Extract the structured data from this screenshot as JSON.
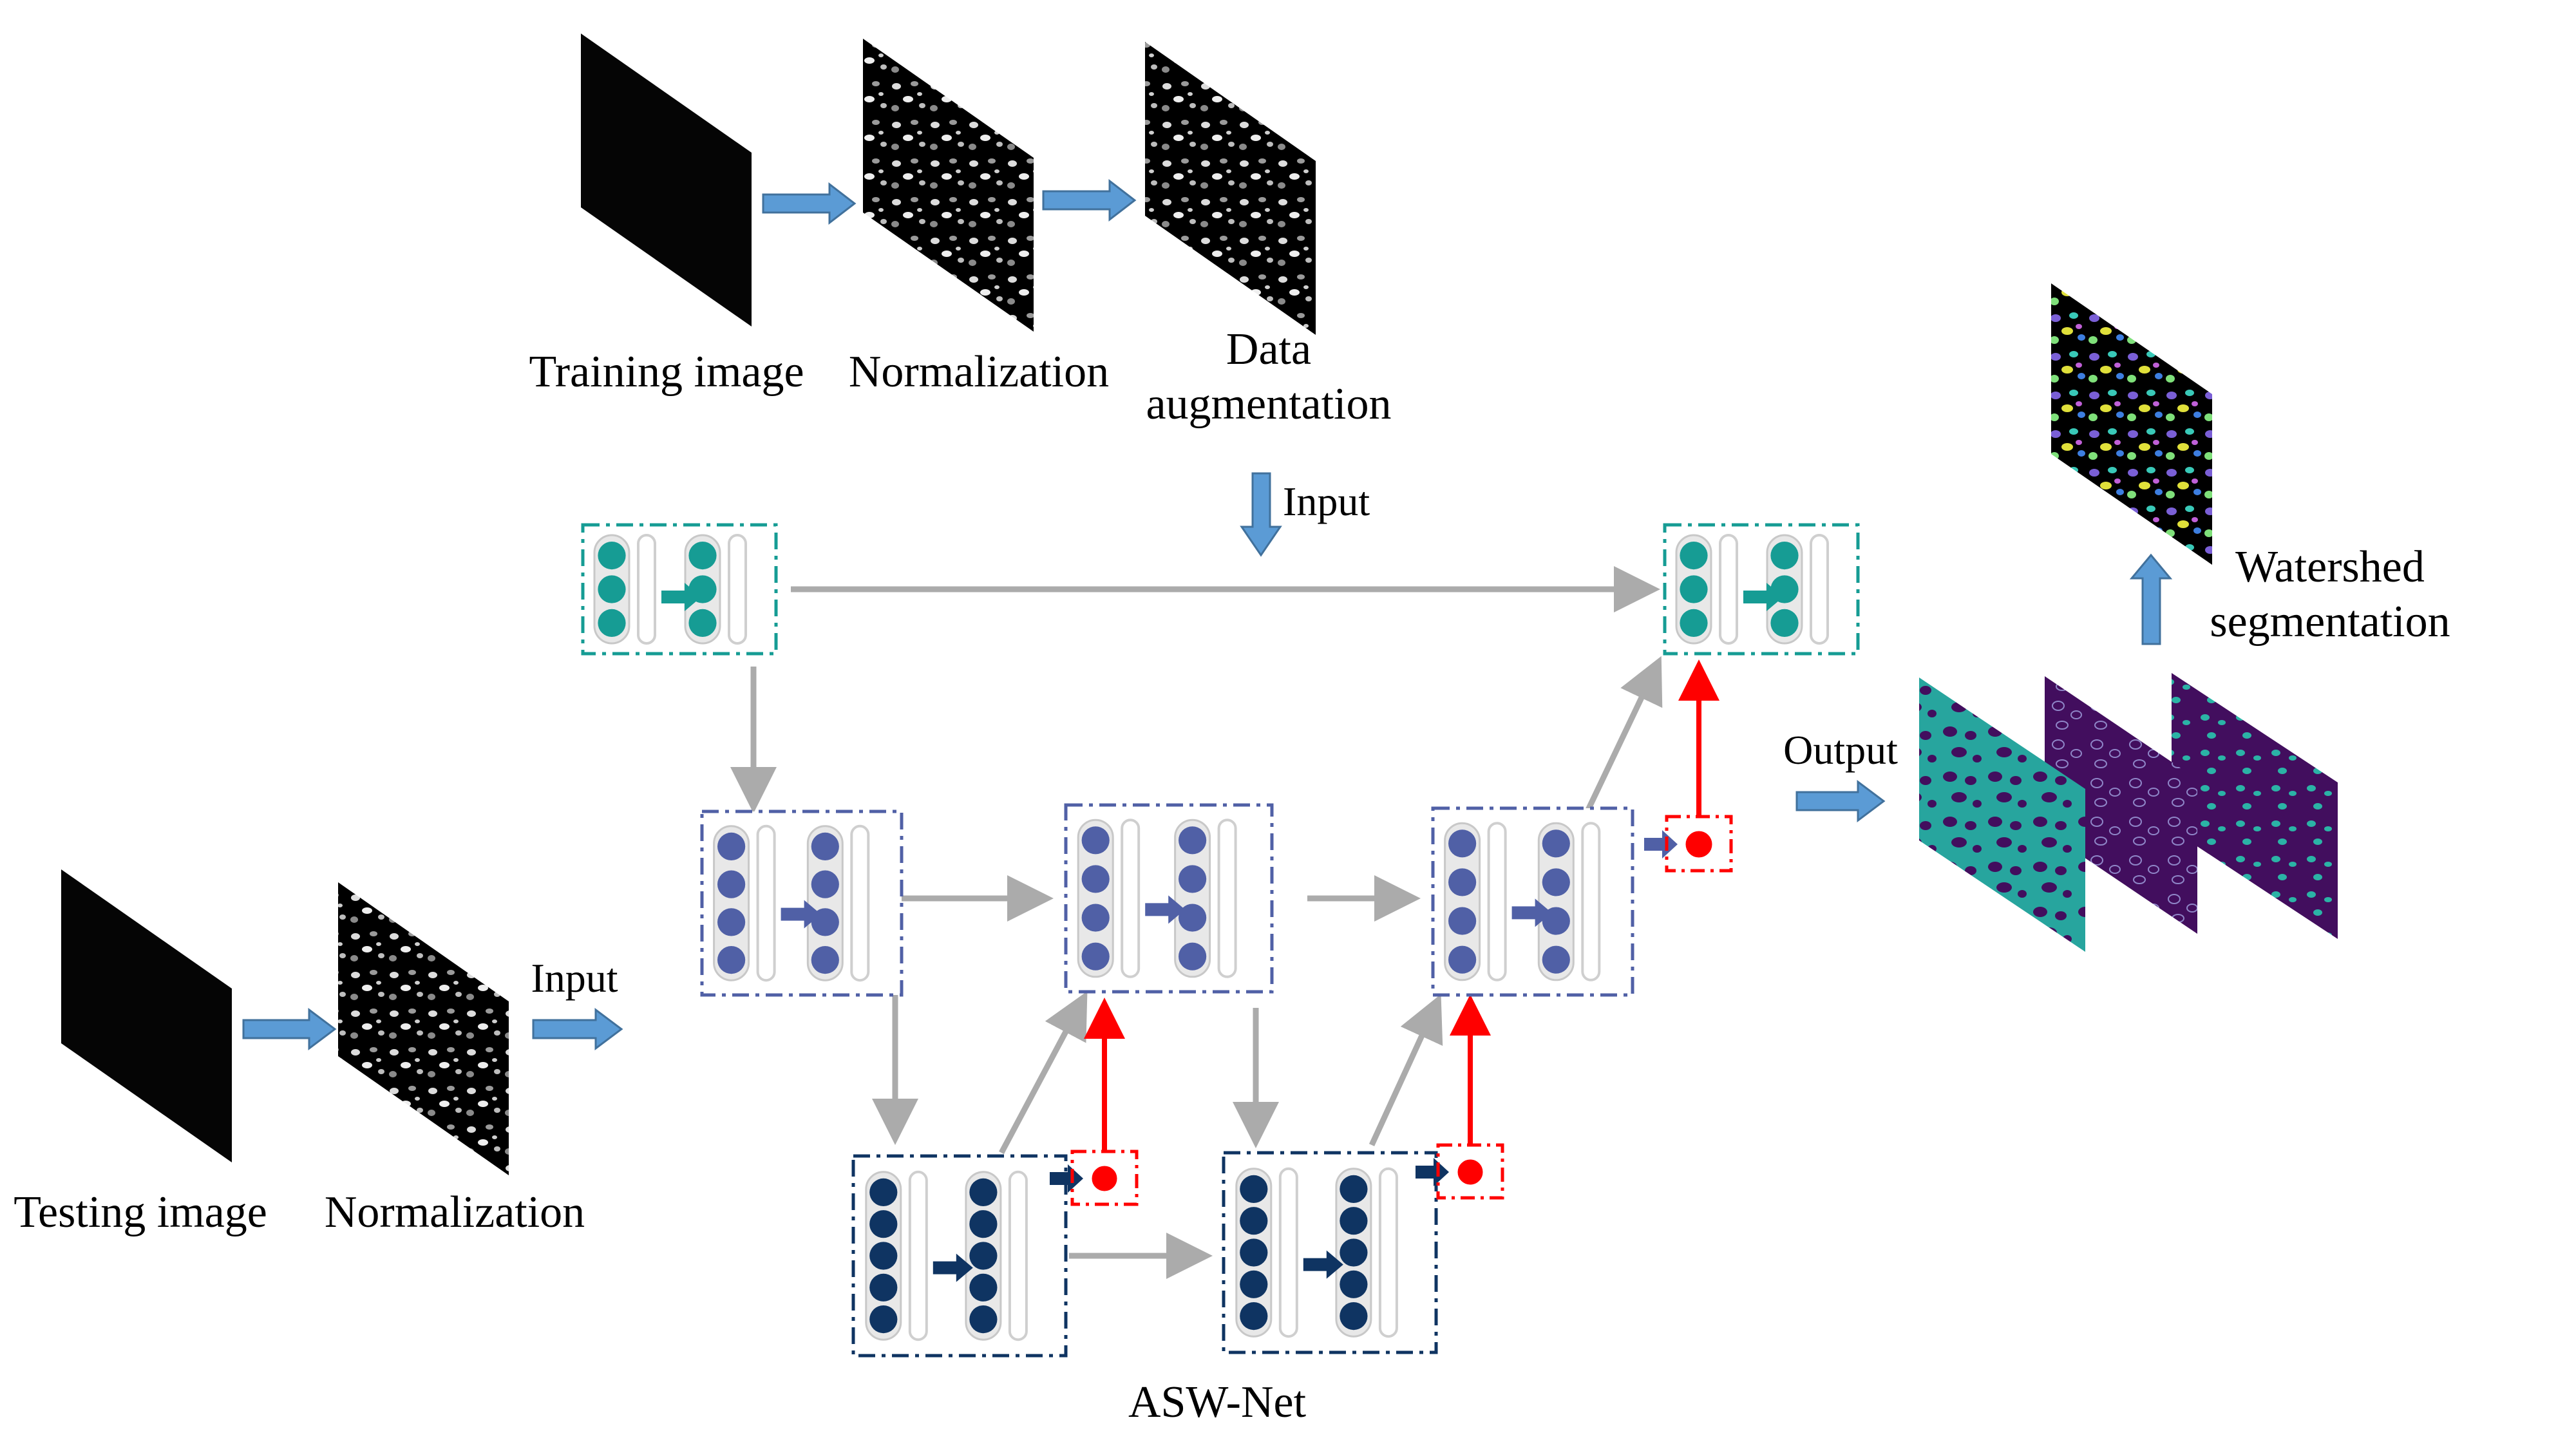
{
  "labels": {
    "training_image": "Training image",
    "normalization_top": "Normalization",
    "data_augmentation": "Data\naugmentation",
    "input_top": "Input",
    "watershed": "Watershed\nsegmentation",
    "output": "Output",
    "testing_image": "Testing image",
    "normalization_bottom": "Normalization",
    "input_bottom": "Input",
    "network_name": "ASW-Net"
  },
  "colors": {
    "level1": "#169c94",
    "level2": "#5060a6",
    "level3": "#0f3462",
    "flow_arrow": "#5b9bd5",
    "skip_arrow": "#ababab",
    "attention": "#ff0000",
    "mask_teal": "#27a59e",
    "mask_purple": "#420e5e"
  },
  "icons": {
    "feature_block": "neuron-column-icon",
    "attention_gate": "red-dot-icon",
    "flow": "blue-arrow-icon"
  }
}
